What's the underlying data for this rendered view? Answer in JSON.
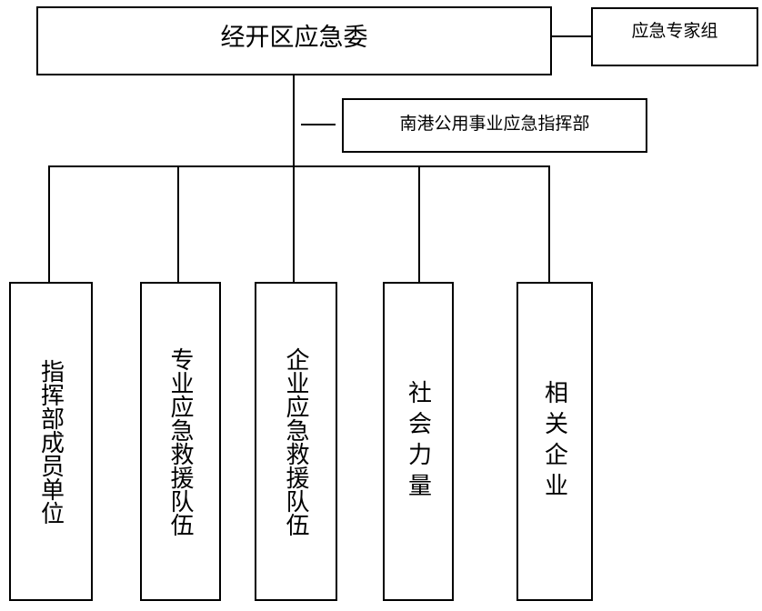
{
  "diagram": {
    "root": {
      "label": "经开区应急委"
    },
    "expert_group": {
      "label": "应急专家组"
    },
    "command_center": {
      "label": "南港公用事业应急指挥部"
    },
    "children": [
      {
        "label": "指挥部成员单位"
      },
      {
        "label": "专业应急救援队伍"
      },
      {
        "label": "企业应急救援队伍"
      },
      {
        "label": "社会力量"
      },
      {
        "label": "相关企业"
      }
    ]
  }
}
